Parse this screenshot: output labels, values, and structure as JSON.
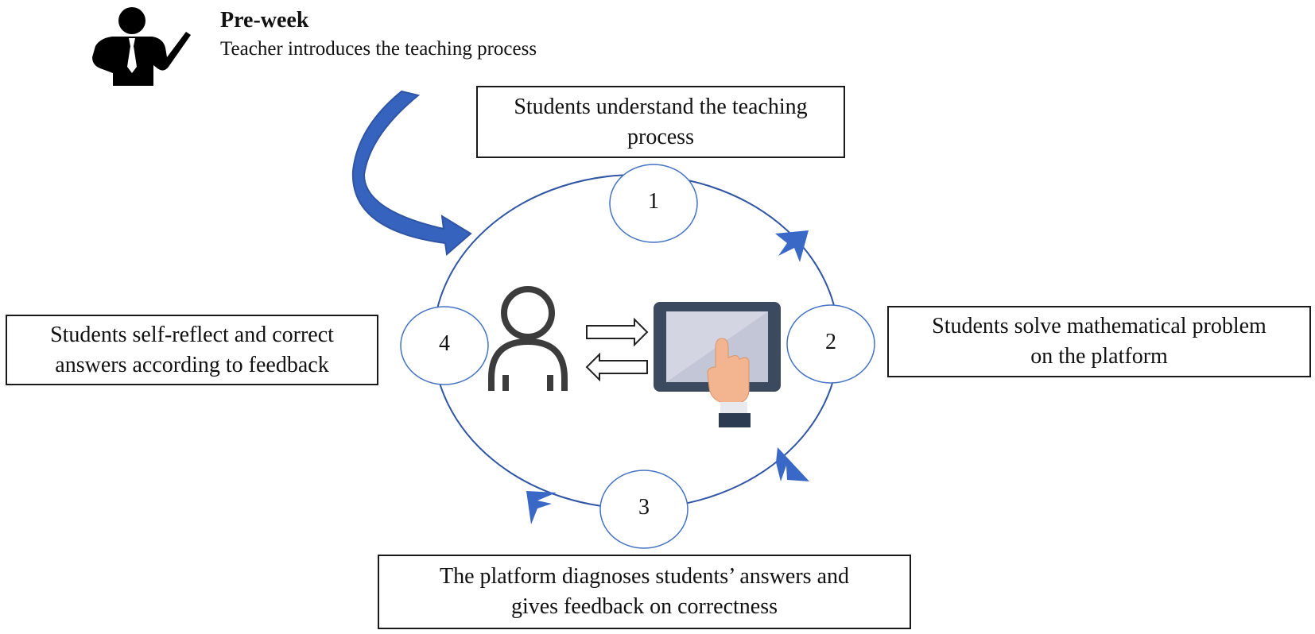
{
  "header": {
    "title": "Pre-week",
    "subtitle": "Teacher introduces the teaching process"
  },
  "steps": [
    {
      "number": "1",
      "text": "Students understand the teaching\nprocess"
    },
    {
      "number": "2",
      "text": "Students solve mathematical problem\non the  platform"
    },
    {
      "number": "3",
      "text": "The platform diagnoses students’ answers and\ngives feedback on  correctness"
    },
    {
      "number": "4",
      "text": "Students self-reflect and correct\nanswers according to feedback"
    }
  ],
  "icons": [
    "teacher-presenting-icon",
    "student-person-icon",
    "tablet-touch-icon",
    "exchange-arrows-icon"
  ],
  "colors": {
    "accent_blue": "#4472c4",
    "dark_blue": "#2f55a4",
    "tablet_frame": "#3b4a5e"
  }
}
